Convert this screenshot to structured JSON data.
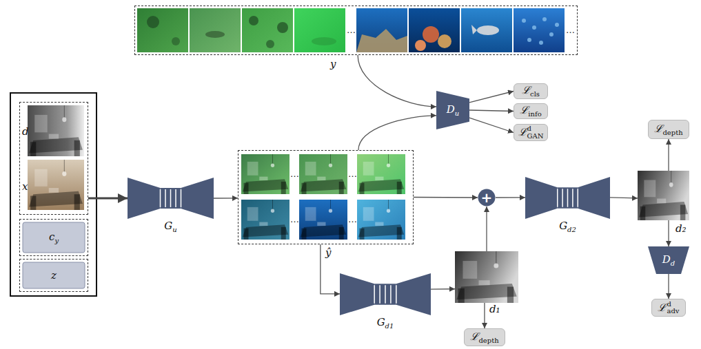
{
  "diagram": {
    "nodes": [
      {
        "text": [
          "y"
        ]
      },
      {
        "text": [
          "D",
          "u"
        ]
      },
      {
        "text": [
          "ℒ",
          "cls"
        ]
      },
      {
        "text": [
          "ℒ",
          "info"
        ]
      },
      {
        "text": [
          "ℒ",
          "d",
          "GAN"
        ]
      },
      {
        "text": [
          "ℒ",
          "depth"
        ]
      },
      {
        "text": [
          "d",
          "x"
        ]
      },
      {
        "text": [
          "c",
          "y"
        ]
      },
      {
        "text": [
          "z"
        ]
      },
      {
        "text": [
          "G",
          "u"
        ]
      },
      {
        "text": [
          "ŷ"
        ]
      },
      {
        "text": [
          "+"
        ]
      },
      {
        "text": [
          "G",
          "d2"
        ]
      },
      {
        "text": [
          "d₂"
        ]
      },
      {
        "text": [
          "D",
          "d"
        ]
      },
      {
        "text": [
          "ℒ",
          "d",
          "adv"
        ]
      },
      {
        "text": [
          "G",
          "d1"
        ]
      },
      {
        "text": [
          "d₁"
        ]
      },
      {
        "text": [
          "ℒ",
          "depth"
        ]
      }
    ],
    "edges": [
      {
        "from": 6,
        "to": 9,
        "arrow": "to"
      },
      {
        "from": 9,
        "to": 10,
        "arrow": "to"
      },
      {
        "from": 0,
        "to": 1,
        "arrow": "to"
      },
      {
        "from": 10,
        "to": 1,
        "arrow": "to"
      },
      {
        "from": 1,
        "to": 2,
        "arrow": "to"
      },
      {
        "from": 1,
        "to": 3,
        "arrow": "to"
      },
      {
        "from": 1,
        "to": 4,
        "arrow": "to"
      },
      {
        "from": 10,
        "to": 11,
        "arrow": "to"
      },
      {
        "from": 10,
        "to": 16,
        "arrow": "to"
      },
      {
        "from": 16,
        "to": 17,
        "arrow": "to"
      },
      {
        "from": 17,
        "to": 11,
        "arrow": "to"
      },
      {
        "from": 11,
        "to": 12,
        "arrow": "to"
      },
      {
        "from": 12,
        "to": 13,
        "arrow": "to"
      },
      {
        "from": 13,
        "to": 5,
        "arrow": "to"
      },
      {
        "from": 13,
        "to": 14,
        "arrow": "to"
      },
      {
        "from": 14,
        "to": 15,
        "arrow": "to"
      },
      {
        "from": 17,
        "to": 18,
        "arrow": "to"
      }
    ],
    "labels": [
      "…",
      "…",
      "…",
      "…",
      "…",
      "…"
    ]
  }
}
